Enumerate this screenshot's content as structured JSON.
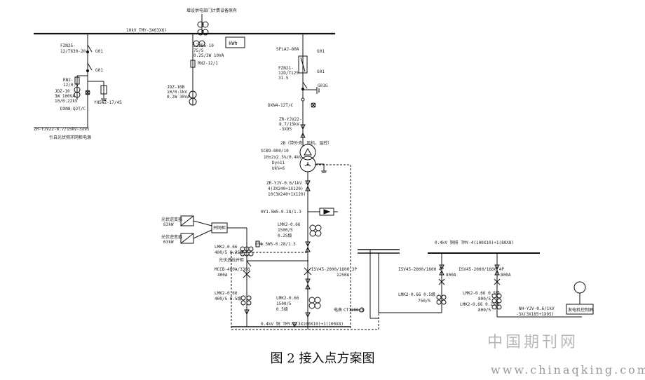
{
  "caption": "图 2 接入点方案图",
  "watermark": {
    "cn": "中国期刊网",
    "url": "www.chinaqking.com"
  },
  "labels": {
    "metering_note": "增设供电部门计费设备原有",
    "bus_10kv": "10kV  TMY-3X63X6)",
    "kwh": "kWh",
    "fzn_left": "FZN25-",
    "fzn_left2": "12/T630-20",
    "g01_1": "G01",
    "g01_2": "G01",
    "rn_left": "RN2-",
    "rn_left2": "12/0.5",
    "jdz_left": "JDZ-10",
    "jdz_left2": "3W 100VA",
    "jdz_left3": "10/0.22kV",
    "dxn": "DXN8-Q2T/C",
    "yh": "YH5WZ-17/45",
    "cable_left": "ZR-YJV22-8.7/15kV-3X95",
    "left_note": "引自光伏侧环网柜电源",
    "lzz": "LZZB6-10",
    "lzz2": "75/5",
    "lzz3": "0.2S/3W 10VA",
    "rn2": "RN2-12/1",
    "jdz_mid": "JDZ-10B",
    "jdz_mid2": "10/0.1kV",
    "jdz_mid3": "0.2W 30VA",
    "sflaj": "SFLAJ-80A",
    "g01_r": "G01",
    "g01_r2": "G01",
    "fzn_r": "FZN21-",
    "fzn_r2": "12D/T125-",
    "fzn_r3": "31.5",
    "g01_g": "G01G",
    "dxn_r": "DXN4-12T/C",
    "zr_yjv": "ZR-YJV22-",
    "zr_yjv2": "8.7/15kV",
    "zr_yjv3": "-3X95",
    "tr_note": "2B（带外壳、风机、温控）",
    "scb": "SCB9-800/10",
    "scb2": "10±2x2.5%/0.4kV",
    "scb3": "Dyn11",
    "scb4": "Uk%=6",
    "zr_lv": "ZR-YJV-0.6/1kV -",
    "zr_lv2": "4(3X240+1X120)",
    "zr_lv3": "10(3X240+1X120)",
    "hy": "HY1.5W5-0.28/1.3",
    "inv1": "光伏逆变器",
    "inv1b": "63kW",
    "inv2": "光伏逆变器",
    "inv2b": "63kW",
    "combiner": "并网柜",
    "lmk_a": "LMK2-0.66",
    "lmk_a2": "1500/5",
    "lmk_a3": "0.2S级",
    "hy2": "HY1.5W5-0.28/1.3",
    "lmk_b": "LMK2-0.66",
    "lmk_b2": "400/5  0.2S级",
    "fuse_note": "光伏进线并柜",
    "mccb": "MCCB-400A/3300",
    "mccb2": "400A",
    "lsv_main": "ISV45-2000/1600  3P",
    "lsv_main2": "1250A",
    "lmk_c": "LMK2-0.66",
    "lmk_c2": "400/5  0.5级",
    "lmk_d": "LMK2-0.66",
    "lmk_d2": "1500/5",
    "lmk_d3": "0.5级",
    "meter_note": "电表",
    "ct_note": "CT1200/5",
    "bus_lv": "0.4kV 铜  TMY-4(3X100X10)+1(100X8)",
    "bus_lv_right": "0.4kV  铜排  TMY-4(100X10)+1(80X8)",
    "isv_r1": "ISV45-2000/1600  4P",
    "isv_r1b": "800A",
    "isv_r2": "ISV45-2000/1600  4P",
    "isv_r2b": "800A",
    "lmk_e": "LMK2-0.66  0.5级",
    "lmk_e2": "750/5",
    "lmk_f": "LMK2-0.66  0.5级",
    "lmk_f2": "800/5",
    "lmk_g": "LMK2-0.66  0.2S级",
    "lmk_g2": "800/5",
    "nh": "NH-YJV-0.6/1kV",
    "nh2": "-3X(3X185+1X95)",
    "load_note": "发电机控制屏"
  }
}
